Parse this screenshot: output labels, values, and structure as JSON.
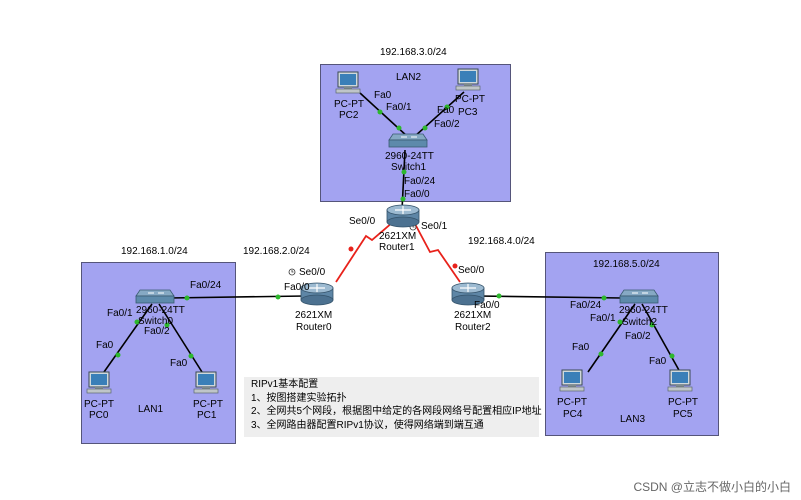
{
  "lans": {
    "lan2": {
      "label": "LAN2",
      "subnet": "192.168.3.0/24"
    },
    "lan1": {
      "label": "LAN1",
      "subnet": "192.168.1.0/24"
    },
    "lan3": {
      "label": "LAN3",
      "subnet": "192.168.5.0/24"
    }
  },
  "wan_subnets": {
    "r0_r1": "192.168.2.0/24",
    "r1_r2": "192.168.4.0/24"
  },
  "routers": {
    "router0": {
      "model": "2621XM",
      "name": "Router0"
    },
    "router1": {
      "model": "2621XM",
      "name": "Router1"
    },
    "router2": {
      "model": "2621XM",
      "name": "Router2"
    }
  },
  "switches": {
    "switch0": {
      "model": "2960-24TT",
      "name": "Switch0"
    },
    "switch1": {
      "model": "2960-24TT",
      "name": "Switch1"
    },
    "switch2": {
      "model": "2960-24TT",
      "name": "Switch2"
    }
  },
  "pcs": {
    "pc0": {
      "type": "PC-PT",
      "name": "PC0"
    },
    "pc1": {
      "type": "PC-PT",
      "name": "PC1"
    },
    "pc2": {
      "type": "PC-PT",
      "name": "PC2"
    },
    "pc3": {
      "type": "PC-PT",
      "name": "PC3"
    },
    "pc4": {
      "type": "PC-PT",
      "name": "PC4"
    },
    "pc5": {
      "type": "PC-PT",
      "name": "PC5"
    }
  },
  "ports": {
    "fa0": "Fa0",
    "fa01": "Fa0/1",
    "fa02": "Fa0/2",
    "fa024": "Fa0/24",
    "fa00": "Fa0/0",
    "se00": "Se0/0",
    "se01": "Se0/1"
  },
  "notes": {
    "title": "RIPv1基本配置",
    "line1": "1、按图搭建实验拓扑",
    "line2": "2、全网共5个网段，根据图中给定的各网段网络号配置相应IP地址",
    "line3": "3、全网路由器配置RIPv1协议，使得网络端到端互通"
  },
  "watermark": "CSDN @立志不做小白的小白",
  "colors": {
    "lan_bg": "#a3a3f1",
    "serial_link": "#e8221b",
    "ethernet_link": "#000000",
    "port_dot": "#2db82d"
  }
}
